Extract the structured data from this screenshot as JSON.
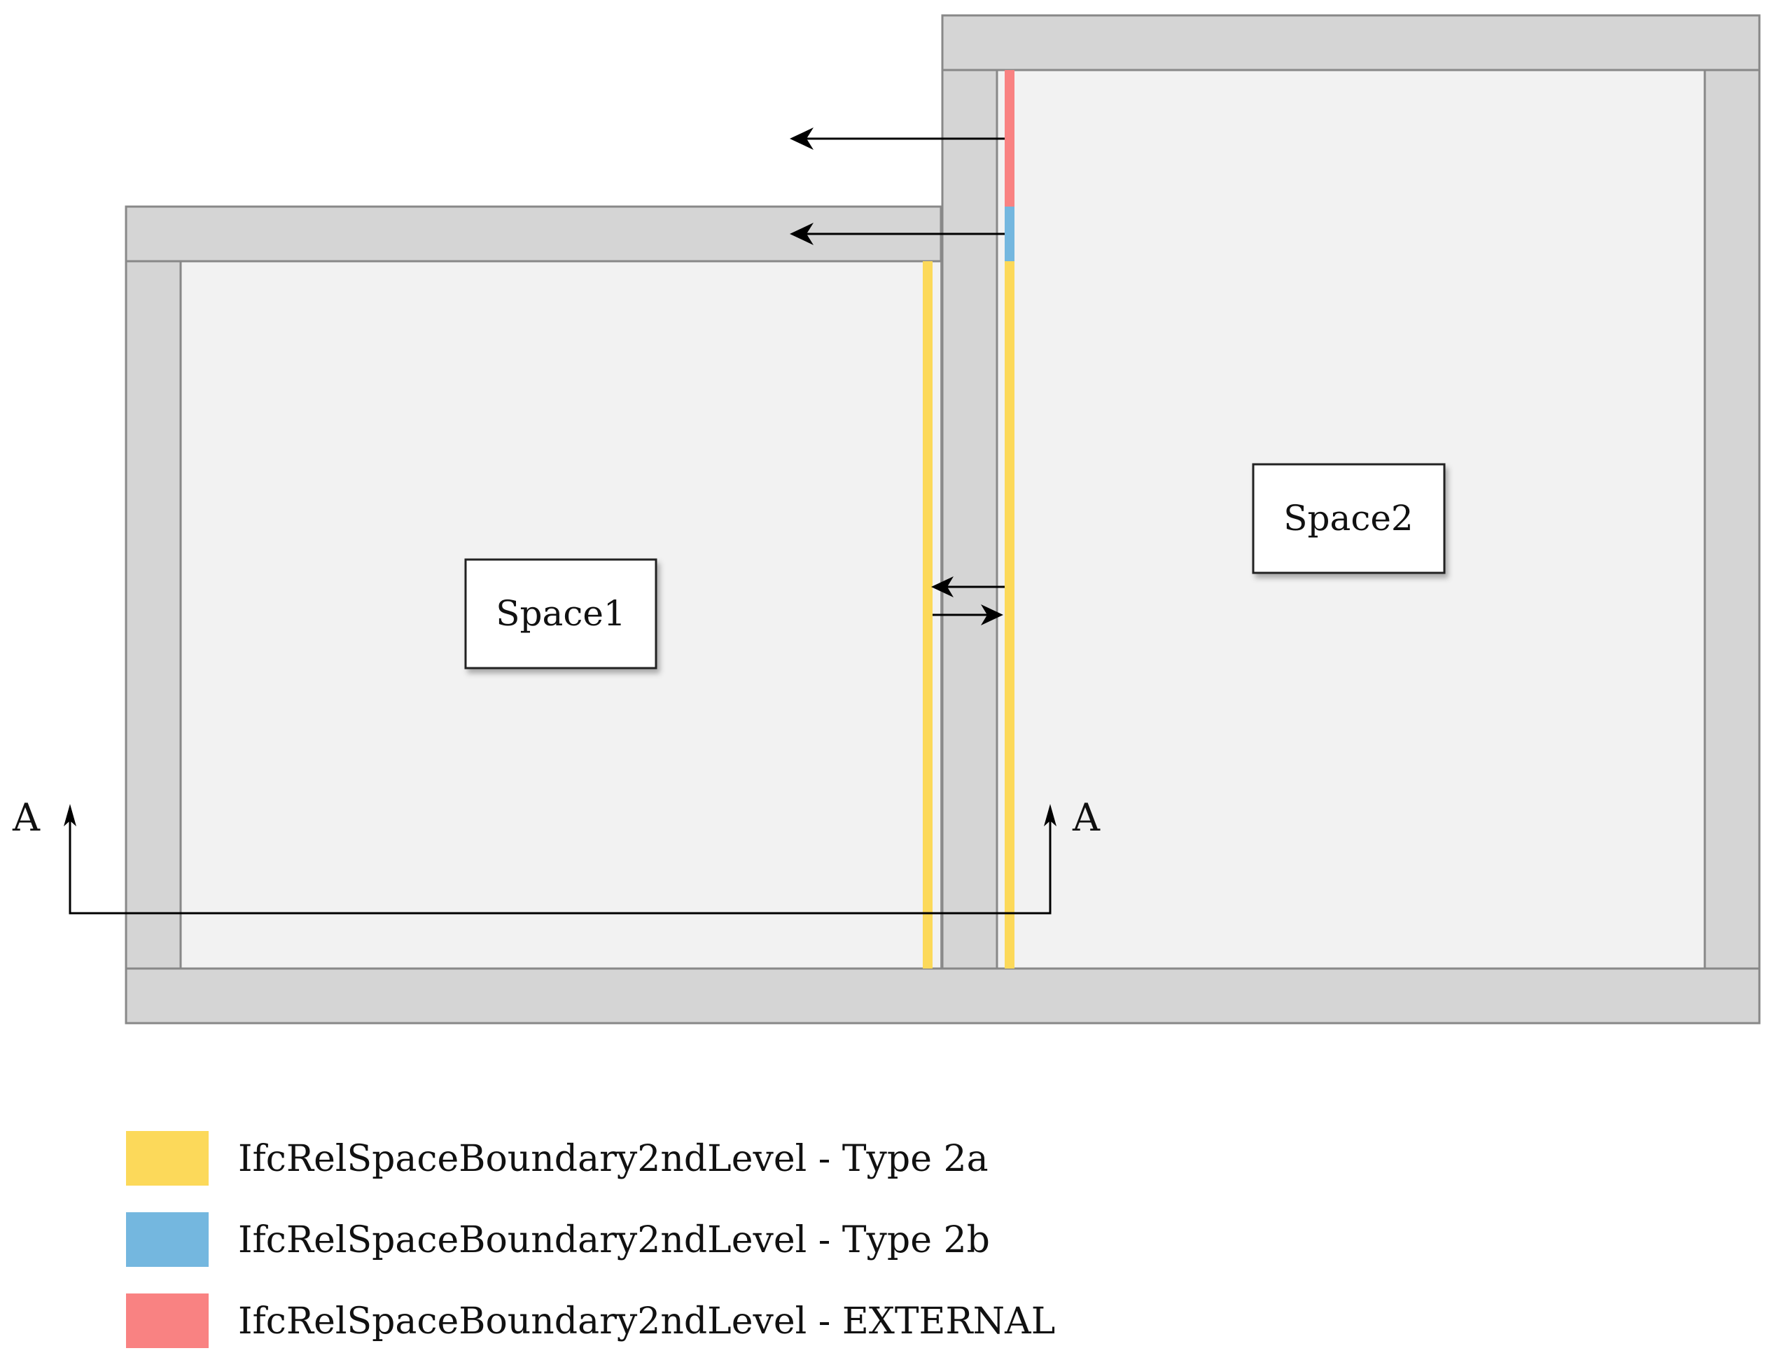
{
  "spaces": [
    {
      "id": "space1",
      "label": "Space1"
    },
    {
      "id": "space2",
      "label": "Space2"
    }
  ],
  "section_marker": {
    "left_label": "A",
    "right_label": "A"
  },
  "colors": {
    "type_2a": "#fcd95a",
    "type_2b": "#74b7df",
    "external": "#f98282",
    "wall_fill": "#d5d5d5",
    "room_fill": "#f2f2f2",
    "wall_stroke": "#888888"
  },
  "legend": [
    {
      "key": "type_2a",
      "label": "IfcRelSpaceBoundary2ndLevel - Type 2a"
    },
    {
      "key": "type_2b",
      "label": "IfcRelSpaceBoundary2ndLevel - Type 2b"
    },
    {
      "key": "external",
      "label": "IfcRelSpaceBoundary2ndLevel - EXTERNAL"
    }
  ]
}
